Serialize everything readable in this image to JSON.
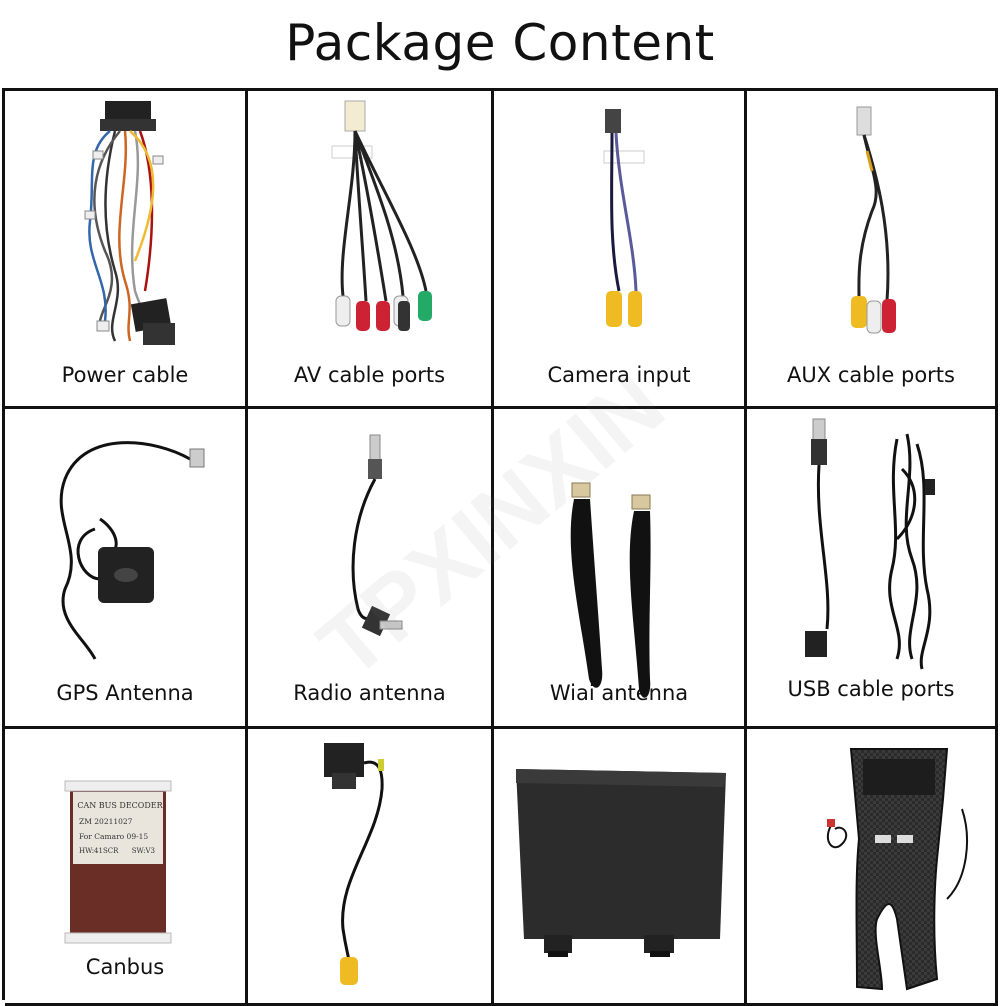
{
  "title": "Package Content",
  "watermark": "TPXINXIN",
  "items": [
    {
      "label": "Power cable",
      "icon": "power-cable-harness-icon"
    },
    {
      "label": "AV cable ports",
      "icon": "av-rca-cable-icon"
    },
    {
      "label": "Camera input",
      "icon": "camera-input-cable-icon"
    },
    {
      "label": "AUX cable ports",
      "icon": "aux-cable-icon"
    },
    {
      "label": "GPS Antenna",
      "icon": "gps-antenna-icon"
    },
    {
      "label": "Radio antenna",
      "icon": "radio-antenna-icon"
    },
    {
      "label": "Wiai antenna",
      "icon": "wifi-antenna-icon"
    },
    {
      "label": "USB cable ports",
      "icon": "usb-cable-icon"
    },
    {
      "label": "Canbus",
      "icon": "canbus-decoder-icon"
    },
    {
      "label": "",
      "icon": "camera-adapter-cable-icon"
    },
    {
      "label": "",
      "icon": "mounting-panel-icon"
    },
    {
      "label": "",
      "icon": "dash-frame-icon"
    }
  ],
  "canbus_box": {
    "line1": "CAN BUS DECODER",
    "line2": "ZM  20211027",
    "line3": "For Camaro 09-15",
    "line4": "HW:41SCR      SW:V3"
  }
}
